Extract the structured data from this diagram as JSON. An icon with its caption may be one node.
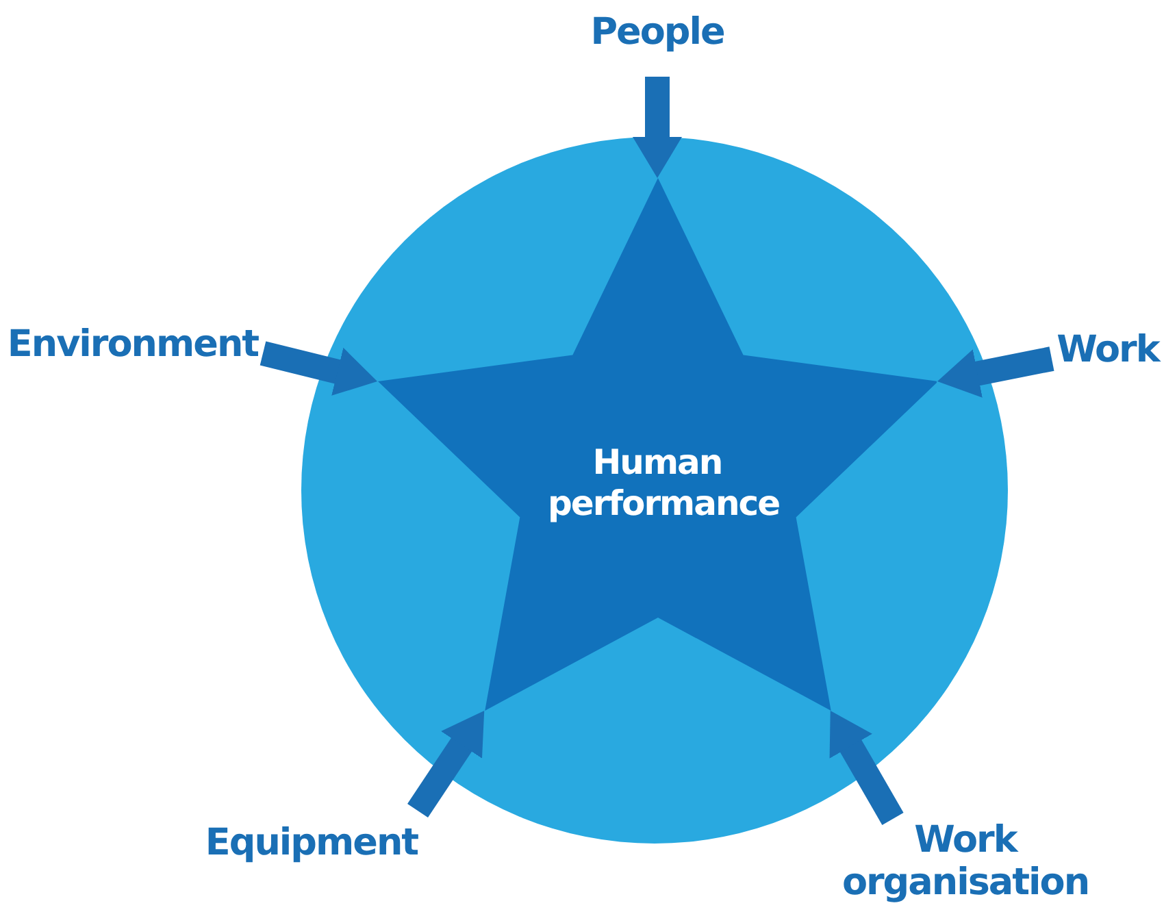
{
  "diagram": {
    "nodes": [
      {
        "text": [],
        "shape": "circle"
      },
      {
        "text": [
          "Human performance"
        ],
        "in": 0
      },
      {
        "text": [
          "People"
        ]
      },
      {
        "text": [
          "Work"
        ]
      },
      {
        "text": [
          "Work organisation"
        ]
      },
      {
        "text": [
          "Equipment"
        ]
      },
      {
        "text": [
          "Environment"
        ]
      }
    ],
    "edges": [
      {
        "from": 2,
        "to": 1,
        "arrow": "to"
      },
      {
        "from": 3,
        "to": 1,
        "arrow": "to"
      },
      {
        "from": 4,
        "to": 1,
        "arrow": "to"
      },
      {
        "from": 5,
        "to": 1,
        "arrow": "to"
      },
      {
        "from": 6,
        "to": 1,
        "arrow": "to"
      }
    ]
  }
}
